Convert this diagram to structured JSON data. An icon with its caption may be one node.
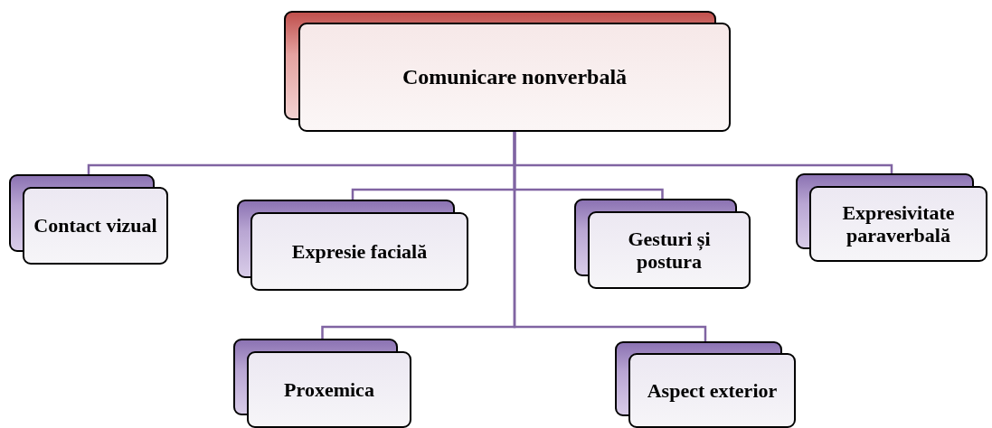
{
  "diagram": {
    "nodes": [
      {
        "text": [
          "Comunicare nonverbală"
        ]
      },
      {
        "text": [
          "Contact vizual"
        ]
      },
      {
        "text": [
          "Expresie facială"
        ]
      },
      {
        "text": [
          "Gesturi și postura"
        ]
      },
      {
        "text": [
          "Expresivitate paraverbală"
        ]
      },
      {
        "text": [
          "Proxemica"
        ]
      },
      {
        "text": [
          "Aspect exterior"
        ]
      }
    ],
    "edges": [
      {
        "from": 0,
        "to": 1,
        "arrow": "none"
      },
      {
        "from": 0,
        "to": 2,
        "arrow": "none"
      },
      {
        "from": 0,
        "to": 3,
        "arrow": "none"
      },
      {
        "from": 0,
        "to": 4,
        "arrow": "none"
      },
      {
        "from": 0,
        "to": 5,
        "arrow": "none"
      },
      {
        "from": 0,
        "to": 6,
        "arrow": "none"
      }
    ]
  }
}
